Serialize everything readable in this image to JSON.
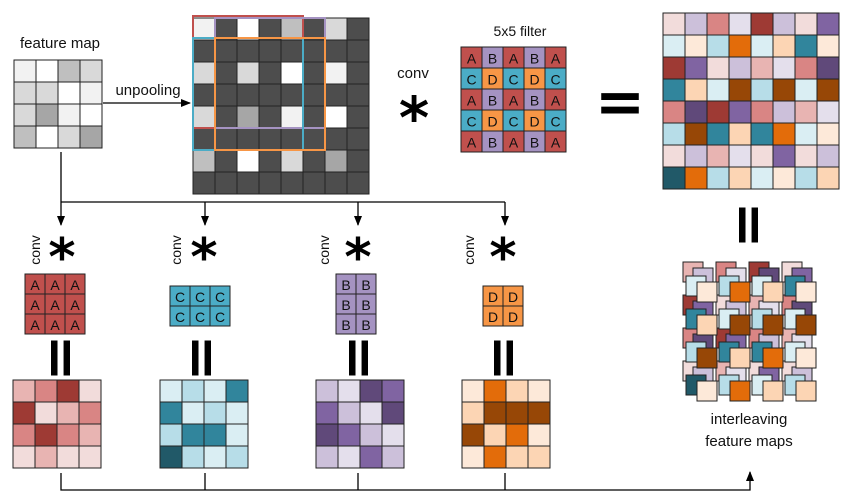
{
  "labels": {
    "feature_map": "feature map",
    "unpooling": "unpooling",
    "conv": "conv",
    "filter": "5x5 filter",
    "interleaving_line1": "interleaving",
    "interleaving_line2": "feature maps",
    "star": "*",
    "equals": "="
  },
  "colors": {
    "A": "#c0504d",
    "B": "#a593c2",
    "C": "#4bacc6",
    "D": "#f79646",
    "dark": "#4d4d4d",
    "unpool_outline": "#c0504d"
  },
  "feature_map_grays": [
    [
      "#f2f2f2",
      "#ffffff",
      "#bfbfbf",
      "#d9d9d9"
    ],
    [
      "#d9d9d9",
      "#d9d9d9",
      "#ffffff",
      "#f2f2f2"
    ],
    [
      "#d9d9d9",
      "#a6a6a6",
      "#f2f2f2",
      "#ffffff"
    ],
    [
      "#bfbfbf",
      "#ffffff",
      "#d9d9d9",
      "#a6a6a6"
    ]
  ],
  "filter_rows": [
    [
      "A",
      "B",
      "A",
      "B",
      "A"
    ],
    [
      "C",
      "D",
      "C",
      "D",
      "C"
    ],
    [
      "A",
      "B",
      "A",
      "B",
      "A"
    ],
    [
      "C",
      "D",
      "C",
      "D",
      "C"
    ],
    [
      "A",
      "B",
      "A",
      "B",
      "A"
    ]
  ],
  "sub_filters": [
    {
      "letter": "A",
      "rows": 3,
      "cols": 3
    },
    {
      "letter": "C",
      "rows": 2,
      "cols": 3
    },
    {
      "letter": "B",
      "rows": 3,
      "cols": 2
    },
    {
      "letter": "D",
      "rows": 2,
      "cols": 2
    }
  ],
  "output_maps": [
    [
      [
        "#e8b4b2",
        "#d98584",
        "#9e3a34",
        "#f2dcdb"
      ],
      [
        "#9e3a34",
        "#f2dcdb",
        "#e8b4b2",
        "#d98584"
      ],
      [
        "#d98584",
        "#9e3a34",
        "#d98584",
        "#e8b4b2"
      ],
      [
        "#f2dcdb",
        "#e8b4b2",
        "#f2dcdb",
        "#f2dcdb"
      ]
    ],
    [
      [
        "#daeef3",
        "#b7dde8",
        "#daeef3",
        "#31859c"
      ],
      [
        "#31859c",
        "#daeef3",
        "#b7dde8",
        "#daeef3"
      ],
      [
        "#b7dde8",
        "#31859c",
        "#31859c",
        "#daeef3"
      ],
      [
        "#215968",
        "#b7dde8",
        "#daeef3",
        "#b7dde8"
      ]
    ],
    [
      [
        "#ccc0da",
        "#e4dfec",
        "#60497a",
        "#8064a2"
      ],
      [
        "#8064a2",
        "#ccc0da",
        "#e4dfec",
        "#60497a"
      ],
      [
        "#60497a",
        "#8064a2",
        "#ccc0da",
        "#e4dfec"
      ],
      [
        "#ccc0da",
        "#e4dfec",
        "#8064a2",
        "#ccc0da"
      ]
    ],
    [
      [
        "#fde9d9",
        "#e36c0a",
        "#fcd5b4",
        "#fde9d9"
      ],
      [
        "#fcd5b4",
        "#974706",
        "#974706",
        "#974706"
      ],
      [
        "#974706",
        "#fcd5b4",
        "#e36c0a",
        "#fde9d9"
      ],
      [
        "#fde9d9",
        "#e36c0a",
        "#fcd5b4",
        "#fcd5b4"
      ]
    ]
  ],
  "result_grid": [
    [
      "#f2dcdb",
      "#ccc0da",
      "#d98584",
      "#e4dfec",
      "#9e3a34",
      "#ccc0da",
      "#f2dcdb",
      "#8064a2"
    ],
    [
      "#daeef3",
      "#fde9d9",
      "#b7dde8",
      "#e36c0a",
      "#daeef3",
      "#fcd5b4",
      "#31859c",
      "#fde9d9"
    ],
    [
      "#9e3a34",
      "#8064a2",
      "#f2dcdb",
      "#ccc0da",
      "#e8b4b2",
      "#e4dfec",
      "#d98584",
      "#60497a"
    ],
    [
      "#31859c",
      "#fcd5b4",
      "#daeef3",
      "#974706",
      "#b7dde8",
      "#974706",
      "#daeef3",
      "#974706"
    ],
    [
      "#d98584",
      "#60497a",
      "#9e3a34",
      "#8064a2",
      "#d98584",
      "#ccc0da",
      "#e8b4b2",
      "#e4dfec"
    ],
    [
      "#b7dde8",
      "#974706",
      "#31859c",
      "#fcd5b4",
      "#31859c",
      "#e36c0a",
      "#daeef3",
      "#fde9d9"
    ],
    [
      "#f2dcdb",
      "#ccc0da",
      "#e8b4b2",
      "#e4dfec",
      "#f2dcdb",
      "#8064a2",
      "#f2dcdb",
      "#ccc0da"
    ],
    [
      "#215968",
      "#e36c0a",
      "#b7dde8",
      "#fcd5b4",
      "#daeef3",
      "#fde9d9",
      "#b7dde8",
      "#fcd5b4"
    ]
  ]
}
